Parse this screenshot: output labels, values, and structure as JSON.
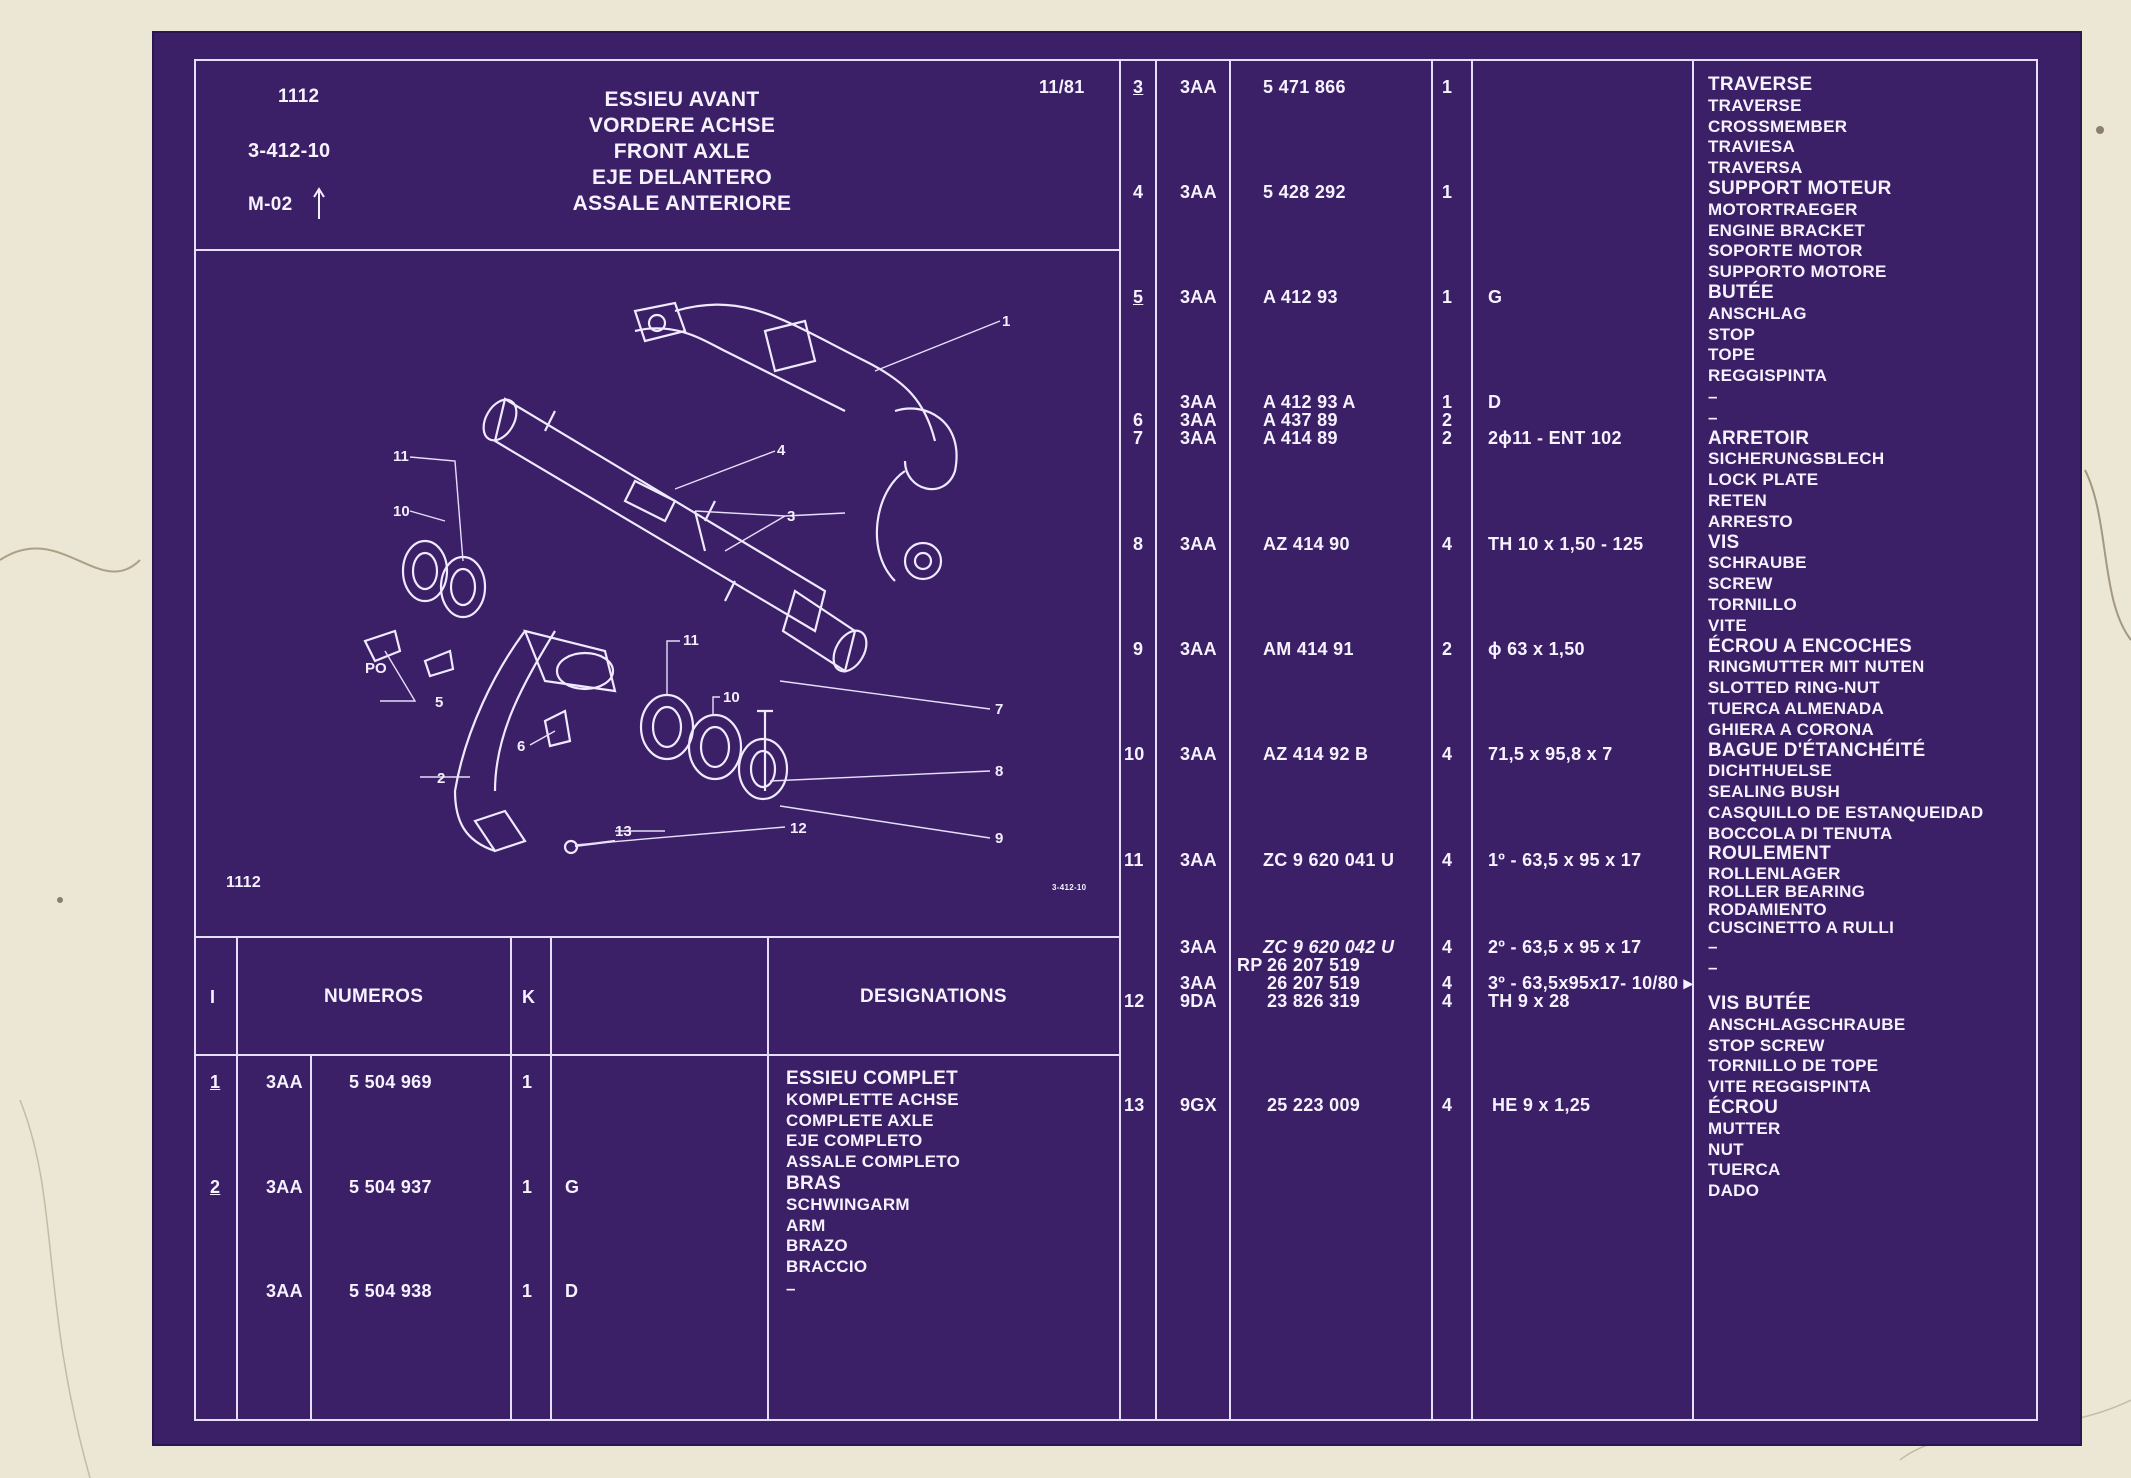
{
  "header": {
    "ref_1112": "1112",
    "ref_code": "3-412-10",
    "ref_m02": "M-02",
    "date": "11/81",
    "title_lines": [
      "ESSIEU AVANT",
      "VORDERE ACHSE",
      "FRONT AXLE",
      "EJE DELANTERO",
      "ASSALE ANTERIORE"
    ]
  },
  "diagram": {
    "label_bottom_left": "1112",
    "label_bottom_right": "3-412-10",
    "callouts": [
      "1",
      "2",
      "3",
      "4",
      "5",
      "6",
      "7",
      "8",
      "9",
      "10",
      "11",
      "12",
      "13",
      "10",
      "11",
      "PO"
    ]
  },
  "lower_table": {
    "headers": {
      "i": "I",
      "numeros": "NUMEROS",
      "k": "K",
      "designations": "DESIGNATIONS"
    },
    "rows": [
      {
        "idx": "1",
        "prefix": "3AA",
        "number": "5 504 969",
        "qty": "1",
        "var": "",
        "designations": [
          "ESSIEU COMPLET",
          "KOMPLETTE ACHSE",
          "COMPLETE AXLE",
          "EJE COMPLETO",
          "ASSALE COMPLETO"
        ]
      },
      {
        "idx": "2",
        "prefix": "3AA",
        "number": "5 504 937",
        "qty": "1",
        "var": "G",
        "designations": [
          "BRAS",
          "SCHWINGARM",
          "ARM",
          "BRAZO",
          "BRACCIO"
        ]
      },
      {
        "idx": "",
        "prefix": "3AA",
        "number": "5 504 938",
        "qty": "1",
        "var": "D",
        "designations": [
          "–"
        ]
      }
    ]
  },
  "right_table": {
    "rows": [
      {
        "idx": "3",
        "prefix": "3AA",
        "number": "5 471 866",
        "qty": "1",
        "spec": ""
      },
      {
        "idx": "4",
        "prefix": "3AA",
        "number": "5 428 292",
        "qty": "1",
        "spec": ""
      },
      {
        "idx": "5",
        "prefix": "3AA",
        "number": "A 412 93",
        "qty": "1",
        "spec": "G"
      },
      {
        "idx": "",
        "prefix": "3AA",
        "number": "A 412 93 A",
        "qty": "1",
        "spec": "D"
      },
      {
        "idx": "6",
        "prefix": "3AA",
        "number": "A 437 89",
        "qty": "2",
        "spec": ""
      },
      {
        "idx": "7",
        "prefix": "3AA",
        "number": "A 414 89",
        "qty": "2",
        "spec": "2ϕ11 - ENT 102"
      },
      {
        "idx": "8",
        "prefix": "3AA",
        "number": "AZ 414 90",
        "qty": "4",
        "spec": "TH 10 x 1,50 - 125"
      },
      {
        "idx": "9",
        "prefix": "3AA",
        "number": "AM 414 91",
        "qty": "2",
        "spec": "ϕ 63 x 1,50"
      },
      {
        "idx": "10",
        "prefix": "3AA",
        "number": "AZ 414 92 B",
        "qty": "4",
        "spec": "71,5 x 95,8 x 7"
      },
      {
        "idx": "11",
        "prefix": "3AA",
        "number": "ZC 9 620 041 U",
        "qty": "4",
        "spec": "1º - 63,5 x 95 x 17"
      },
      {
        "idx": "",
        "prefix": "3AA",
        "number": "ZC 9 620 042 U",
        "qty": "4",
        "spec": "2º - 63,5 x 95 x 17"
      },
      {
        "idx": "",
        "prefix": "RP",
        "number": "26 207 519",
        "qty": "",
        "spec": ""
      },
      {
        "idx": "",
        "prefix": "3AA",
        "number": "26 207 519",
        "qty": "4",
        "spec": "3º - 63,5x95x17- 10/80 ▸"
      },
      {
        "idx": "12",
        "prefix": "9DA",
        "number": "23 826 319",
        "qty": "4",
        "spec": "TH 9 x 28"
      },
      {
        "idx": "13",
        "prefix": "9GX",
        "number": "25 223 009",
        "qty": "4",
        "spec": "HE 9 x 1,25"
      }
    ],
    "designations": [
      {
        "head": "TRAVERSE",
        "lines": [
          "TRAVERSE",
          "CROSSMEMBER",
          "TRAVIESA",
          "TRAVERSA"
        ]
      },
      {
        "head": "SUPPORT MOTEUR",
        "lines": [
          "MOTORTRAEGER",
          "ENGINE BRACKET",
          "SOPORTE MOTOR",
          "SUPPORTO MOTORE"
        ]
      },
      {
        "head": "BUTÉE",
        "lines": [
          "ANSCHLAG",
          "STOP",
          "TOPE",
          "REGGISPINTA",
          "–",
          "",
          "–"
        ]
      },
      {
        "head": "ARRETOIR",
        "lines": [
          "SICHERUNGSBLECH",
          "LOCK PLATE",
          "RETEN",
          "ARRESTO"
        ]
      },
      {
        "head": "VIS",
        "lines": [
          "SCHRAUBE",
          "SCREW",
          "TORNILLO",
          "VITE"
        ]
      },
      {
        "head": "ÉCROU A ENCOCHES",
        "lines": [
          "RINGMUTTER MIT NUTEN",
          "SLOTTED RING-NUT",
          "TUERCA ALMENADA",
          "GHIERA A CORONA"
        ]
      },
      {
        "head": "BAGUE D'ÉTANCHÉITÉ",
        "lines": [
          "DICHTHUELSE",
          "SEALING BUSH",
          "CASQUILLO DE ESTANQUEIDAD",
          "BOCCOLA DI TENUTA"
        ]
      },
      {
        "head": "ROULEMENT",
        "lines": [
          "ROLLENLAGER",
          "ROLLER BEARING",
          "RODAMIENTO",
          "CUSCINETTO A RULLI",
          "–",
          "–"
        ]
      },
      {
        "head": "VIS BUTÉE",
        "lines": [
          "ANSCHLAGSCHRAUBE",
          "STOP SCREW",
          "TORNILLO DE TOPE",
          "VITE REGGISPINTA"
        ]
      },
      {
        "head": "ÉCROU",
        "lines": [
          "MUTTER",
          "NUT",
          "TUERCA",
          "DADO"
        ]
      }
    ]
  }
}
